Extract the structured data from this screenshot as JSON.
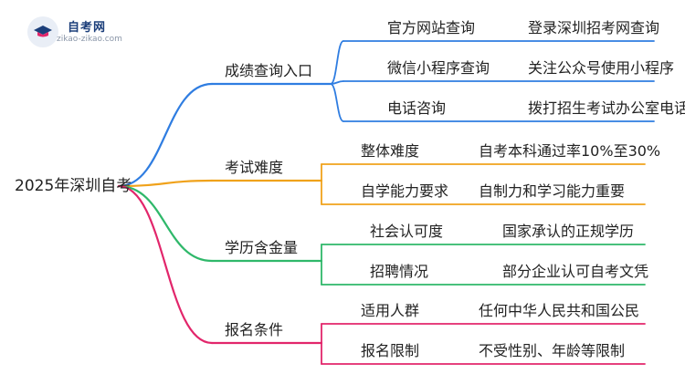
{
  "logo": {
    "name": "自考网",
    "url": "zikao-zikao.com"
  },
  "root": "2025年深圳自考",
  "branches": [
    {
      "label": "成绩查询入口",
      "color": "#2f7de1",
      "items": [
        {
          "left": "官方网站查询",
          "right": "登录深圳招考网查询"
        },
        {
          "left": "微信小程序查询",
          "right": "关注公众号使用小程序"
        },
        {
          "left": "电话咨询",
          "right": "拨打招生考试办公室电话"
        }
      ]
    },
    {
      "label": "考试难度",
      "color": "#f0a21b",
      "items": [
        {
          "left": "整体难度",
          "right": "自考本科通过率10%至30%"
        },
        {
          "left": "自学能力要求",
          "right": "自制力和学习能力重要"
        }
      ]
    },
    {
      "label": "学历含金量",
      "color": "#2fb86a",
      "items": [
        {
          "left": "社会认可度",
          "right": "国家承认的正规学历"
        },
        {
          "left": "招聘情况",
          "right": "部分企业认可自考文凭"
        }
      ]
    },
    {
      "label": "报名条件",
      "color": "#e2266b",
      "items": [
        {
          "left": "适用人群",
          "right": "任何中华人民共和国公民"
        },
        {
          "left": "报名限制",
          "right": "不受性别、年龄等限制"
        }
      ]
    }
  ]
}
